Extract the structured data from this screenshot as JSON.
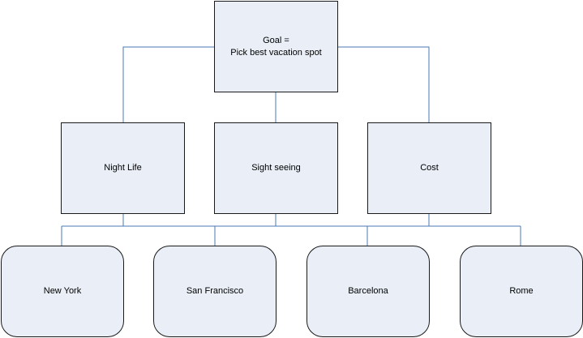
{
  "colors": {
    "connector": "#4a7ab5",
    "box_fill": "#e9eef7",
    "box_border": "#1a1a1a"
  },
  "goal": {
    "line1": "Goal =",
    "line2": "Pick best vacation spot"
  },
  "criteria": [
    {
      "label": "Night Life"
    },
    {
      "label": "Sight seeing"
    },
    {
      "label": "Cost"
    }
  ],
  "alternatives": [
    {
      "label": "New York"
    },
    {
      "label": "San Francisco"
    },
    {
      "label": "Barcelona"
    },
    {
      "label": "Rome"
    }
  ]
}
